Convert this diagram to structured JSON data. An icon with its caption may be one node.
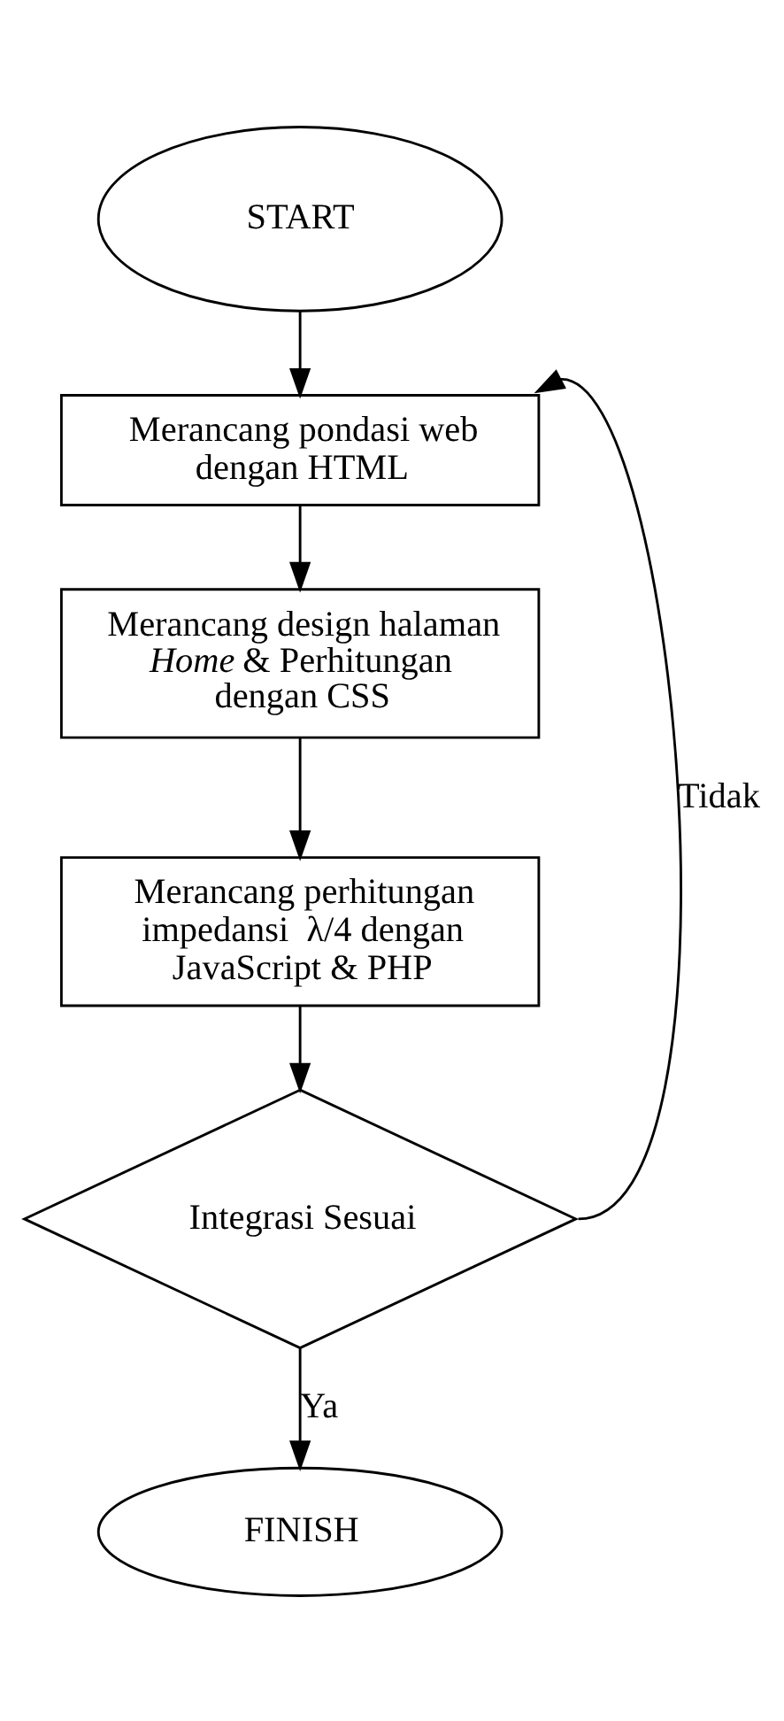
{
  "diagram": {
    "nodes": [
      {
        "text": [
          "START"
        ]
      },
      {
        "text": [
          "Merancang pondasi web dengan HTML"
        ]
      },
      {
        "text": [
          "Merancang design halaman *Home* & Perhitungan dengan CSS"
        ]
      },
      {
        "text": [
          "Merancang perhitungan impedansi  λ/4 dengan JavaScript & PHP"
        ]
      },
      {
        "text": [
          "Integrasi Sesuai"
        ]
      },
      {
        "text": [
          "FINISH"
        ]
      }
    ],
    "edges": [
      {
        "from": 0,
        "to": 1,
        "arrow": "to"
      },
      {
        "from": 1,
        "to": 2,
        "arrow": "to"
      },
      {
        "from": 2,
        "to": 3,
        "arrow": "to"
      },
      {
        "from": 3,
        "to": 4,
        "arrow": "to"
      },
      {
        "from": 4,
        "to": 5,
        "arrow": "to",
        "label": "Ya"
      },
      {
        "from": 4,
        "to": 1,
        "arrow": "to",
        "label": "Tidak"
      }
    ]
  }
}
